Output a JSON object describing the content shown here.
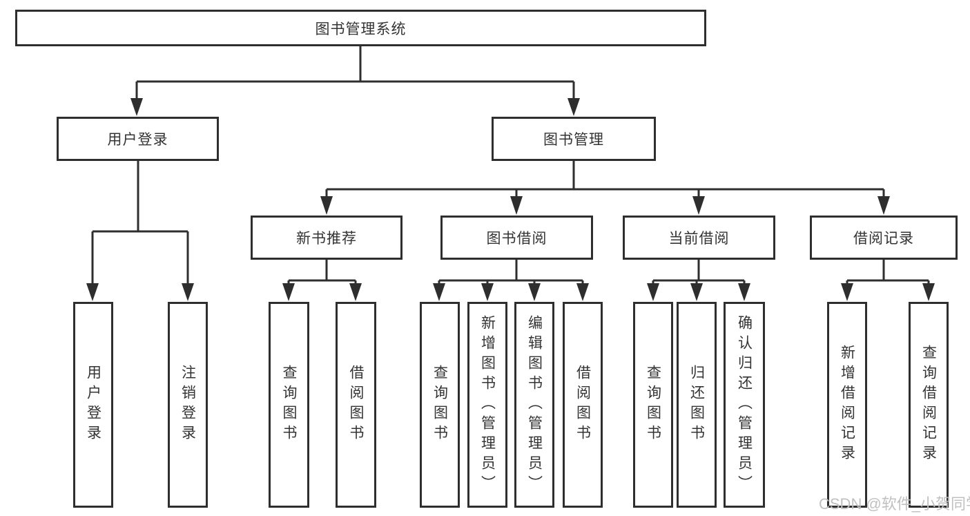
{
  "tree": {
    "root": "图书管理系统",
    "branches": [
      {
        "label": "用户登录",
        "children": [
          "用户登录",
          "注销登录"
        ]
      },
      {
        "label": "图书管理",
        "groups": [
          {
            "label": "新书推荐",
            "children": [
              "查询图书",
              "借阅图书"
            ]
          },
          {
            "label": "图书借阅",
            "children": [
              "查询图书",
              "新增图书（管理员）",
              "编辑图书（管理员）",
              "借阅图书"
            ]
          },
          {
            "label": "当前借阅",
            "children": [
              "查询图书",
              "归还图书",
              "确认归还（管理员）"
            ]
          },
          {
            "label": "借阅记录",
            "children": [
              "新增借阅记录",
              "查询借阅记录"
            ]
          }
        ]
      }
    ]
  },
  "watermark": {
    "text": "CSDN @软件_小贺同学"
  },
  "colors": {
    "line": "#2e2e2e",
    "text": "#333333",
    "watermark": "#c0c0c0",
    "background": "#ffffff"
  }
}
